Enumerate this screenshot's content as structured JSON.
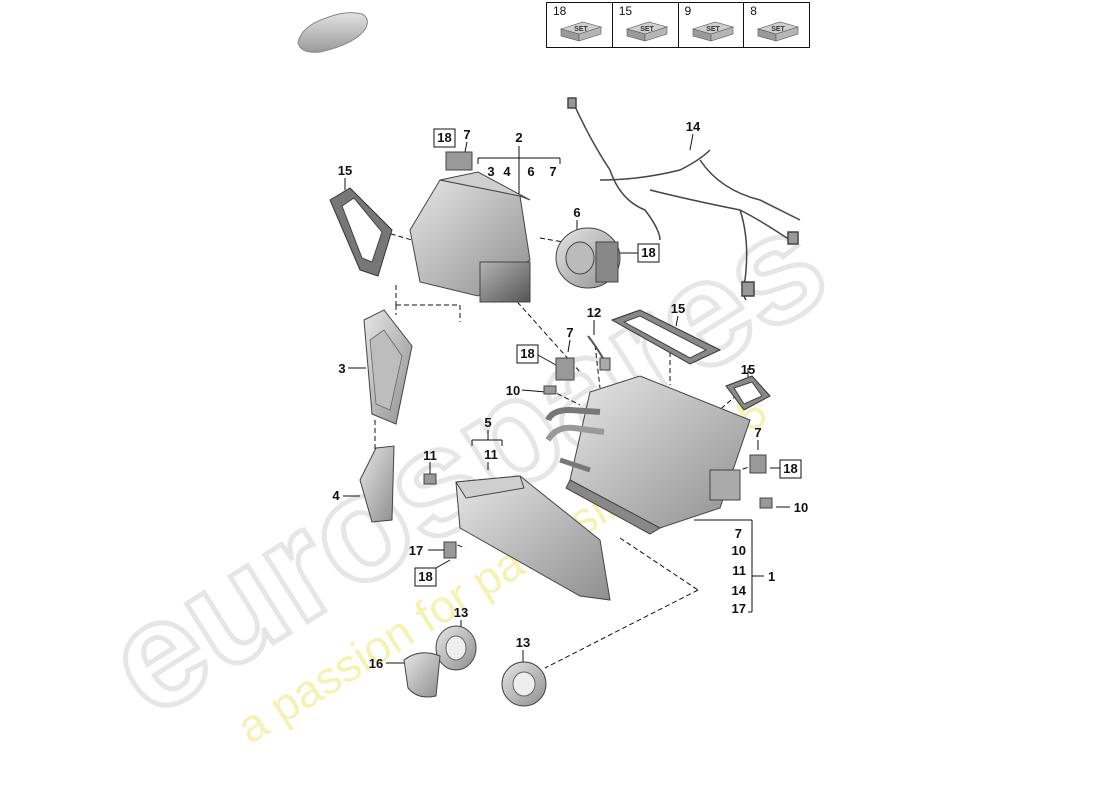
{
  "set_table": [
    {
      "number": "18",
      "label": "SET"
    },
    {
      "number": "15",
      "label": "SET"
    },
    {
      "number": "9",
      "label": "SET"
    },
    {
      "number": "8",
      "label": "SET"
    }
  ],
  "callouts": {
    "c18_top": "18",
    "c7_top": "7",
    "c2": "2",
    "c3a": "3",
    "c4a": "4",
    "c6a": "6",
    "c7a": "7",
    "c14": "14",
    "c15_left": "15",
    "c6": "6",
    "c18_motor": "18",
    "c15_mid": "15",
    "c12": "12",
    "c7_mid": "7",
    "c18_mid": "18",
    "c15_right": "15",
    "c10_mid": "10",
    "c3": "3",
    "c5": "5",
    "c11_b": "11",
    "c11": "11",
    "c7_right": "7",
    "c18_right": "18",
    "c4": "4",
    "c10_right": "10",
    "c17": "17",
    "c18_bottom": "18",
    "c13_left": "13",
    "c16": "16",
    "c13_right": "13",
    "g7": "7",
    "g10": "10",
    "g11": "11",
    "g14": "14",
    "g17": "17",
    "g1": "1"
  },
  "watermark": {
    "brand": "eurospares",
    "tagline": "a passion for parts since 1985"
  },
  "colors": {
    "part_light": "#d8d8d8",
    "part_mid": "#a9a9a9",
    "part_dark": "#6e6e6e",
    "watermark_gray": "#e6e6e6",
    "watermark_yellow": "#f2f0a0",
    "line": "#111111"
  }
}
